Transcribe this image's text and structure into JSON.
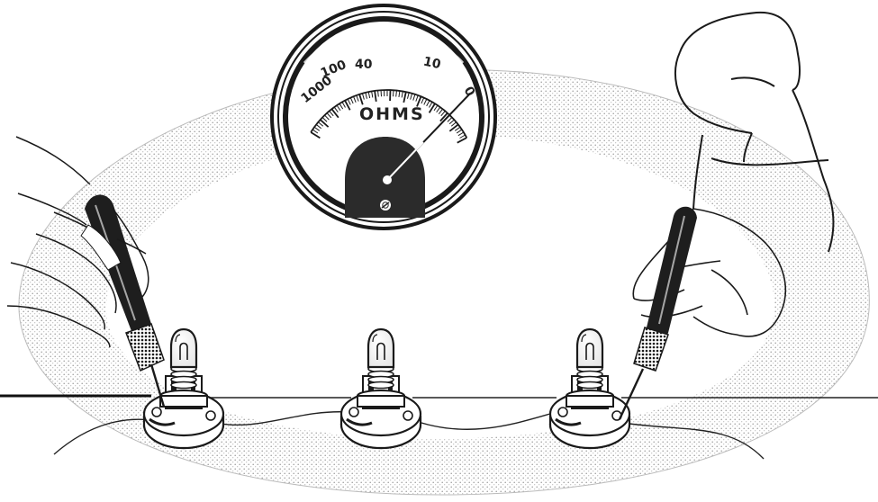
{
  "meter": {
    "unit_label": "OHMS",
    "scale_labels": [
      "1000",
      "100",
      "40",
      "10",
      "0"
    ],
    "pointer_reading": "0"
  },
  "lamps": [
    "lamp-left",
    "lamp-middle",
    "lamp-right"
  ],
  "colors": {
    "ink": "#1a1a1a",
    "stipple": "#c8c8c8",
    "meter_face": "#ffffff",
    "meter_dark": "#2b2b2b"
  }
}
